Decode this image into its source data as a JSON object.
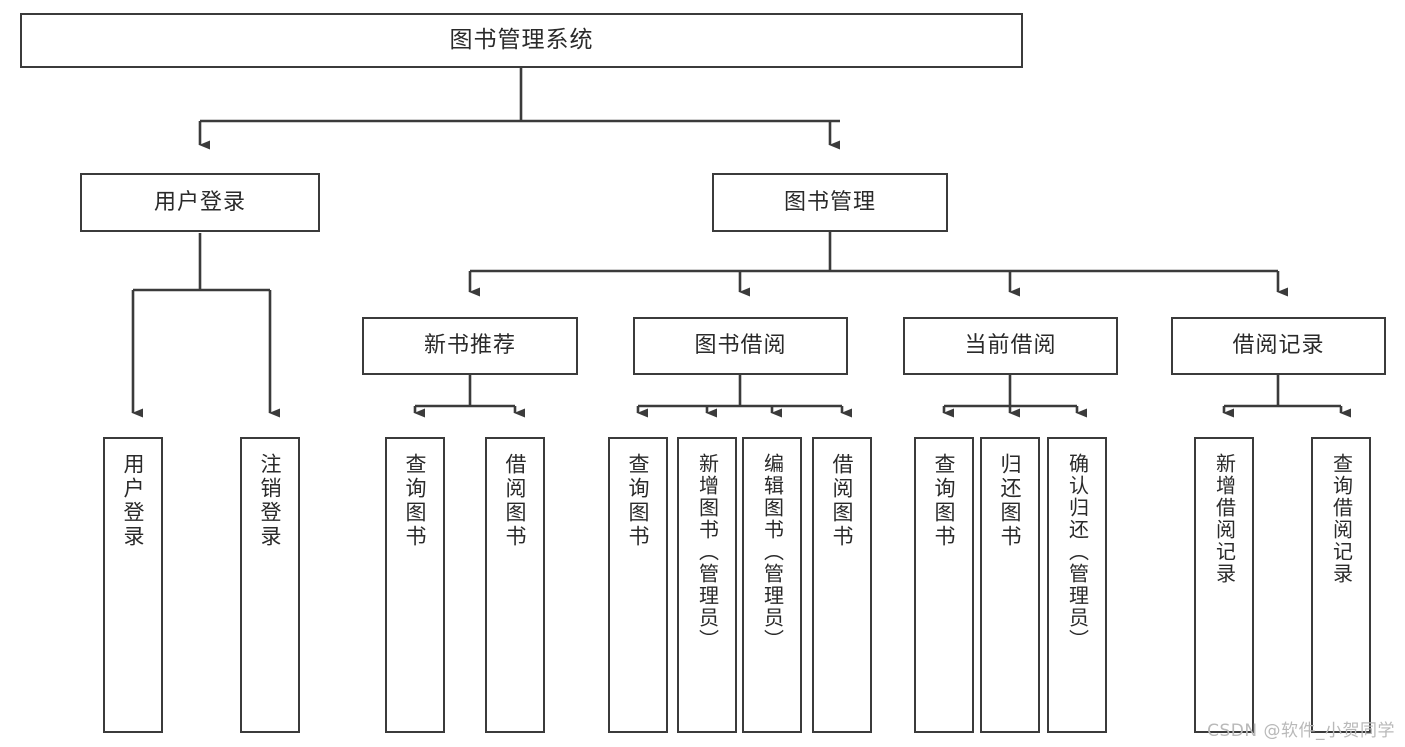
{
  "diagram": {
    "title": "图书管理系统",
    "type": "tree-hierarchy-chart",
    "watermark": "CSDN @软件_小贺同学",
    "colors": {
      "box_border": "#3b3b3b",
      "box_fill": "#ffffff",
      "connector": "#3b3b3b",
      "text": "#2a2a2a",
      "watermark": "#b9b9b9",
      "background": "#ffffff"
    },
    "root": {
      "label": "图书管理系统"
    },
    "level2": [
      {
        "label": "用户登录"
      },
      {
        "label": "图书管理"
      }
    ],
    "level3": [
      {
        "label": "新书推荐"
      },
      {
        "label": "图书借阅"
      },
      {
        "label": "当前借阅"
      },
      {
        "label": "借阅记录"
      }
    ],
    "leaves": {
      "user_login": [
        {
          "label": "用户登录"
        },
        {
          "label": "注销登录"
        }
      ],
      "new_book_recommend": [
        {
          "label": "查询图书"
        },
        {
          "label": "借阅图书"
        }
      ],
      "book_borrow": [
        {
          "label": "查询图书"
        },
        {
          "label": "新增图书（管理员）"
        },
        {
          "label": "编辑图书（管理员）"
        },
        {
          "label": "借阅图书"
        }
      ],
      "current_borrow": [
        {
          "label": "查询图书"
        },
        {
          "label": "归还图书"
        },
        {
          "label": "确认归还（管理员）"
        }
      ],
      "borrow_record": [
        {
          "label": "新增借阅记录"
        },
        {
          "label": "查询借阅记录"
        }
      ]
    }
  }
}
